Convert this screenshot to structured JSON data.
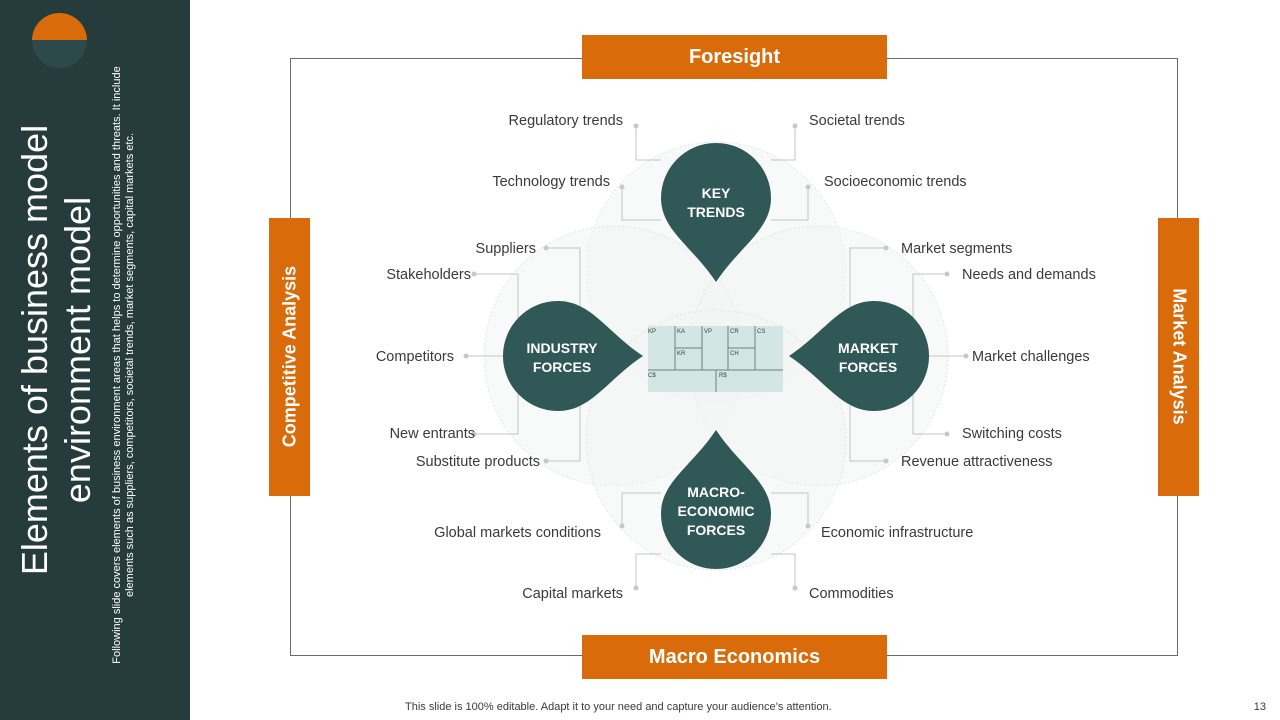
{
  "sidebar": {
    "title": "Elements of business model environment model",
    "description": "Following slide covers elements of business environment areas that helps to determine opportunities and threats. It include elements such as suppliers, competitors, societal trends, market segments, capital markets etc."
  },
  "bars": {
    "top": "Foresight",
    "bottom": "Macro Economics",
    "left": "Competitive Analysis",
    "right": "Market Analysis"
  },
  "drops": {
    "top": [
      "KEY",
      "TRENDS"
    ],
    "left": [
      "INDUSTRY",
      "FORCES"
    ],
    "right": [
      "MARKET",
      "FORCES"
    ],
    "bottom": [
      "MACRO-",
      "ECONOMIC",
      "FORCES"
    ]
  },
  "canvas": {
    "row1": [
      "KP",
      "KA",
      "VP",
      "CR",
      "CS"
    ],
    "row2": [
      "KR",
      "CH"
    ],
    "row3": [
      "C$",
      "R$"
    ]
  },
  "labels": {
    "regulatory": "Regulatory trends",
    "technology": "Technology trends",
    "societal": "Societal trends",
    "socioeconomic": "Socioeconomic trends",
    "suppliers": "Suppliers",
    "stakeholders": "Stakeholders",
    "competitors": "Competitors",
    "new_entrants": "New entrants",
    "substitute": "Substitute products",
    "market_segments": "Market segments",
    "needs": "Needs and demands",
    "challenges": "Market challenges",
    "switching": "Switching costs",
    "revenue": "Revenue attractiveness",
    "global": "Global markets conditions",
    "capital": "Capital markets",
    "infrastructure": "Economic infrastructure",
    "commodities": "Commodities"
  },
  "colors": {
    "sidebar": "#263c3c",
    "accent": "#d96b0b",
    "drop": "#2f5857",
    "canvas": "#d4e6e3"
  },
  "footer": "This slide is 100% editable. Adapt it to your need and capture your audience’s attention.",
  "page_number": "13"
}
